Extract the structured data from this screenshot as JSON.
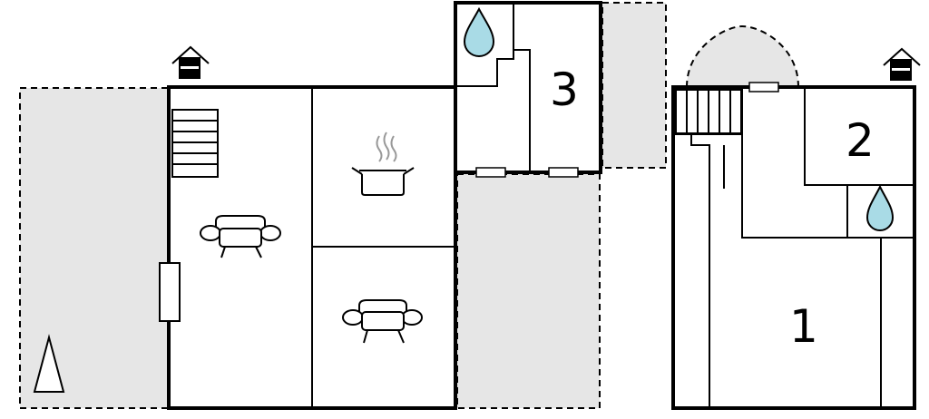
{
  "floorplan": {
    "rooms": [
      {
        "id": "bedroom-1",
        "label": "1"
      },
      {
        "id": "bedroom-2",
        "label": "2"
      },
      {
        "id": "bedroom-3",
        "label": "3"
      }
    ],
    "icons": [
      "entrance-icon",
      "stairs-icon",
      "sofa-icon",
      "kitchen-pot-icon",
      "water-drop-icon",
      "door-icon",
      "north-arrow-icon"
    ],
    "colors": {
      "outdoor_area": "#e6e6e6",
      "wall": "#000000",
      "water_drop": "#a9dbe6",
      "background": "#ffffff"
    }
  }
}
